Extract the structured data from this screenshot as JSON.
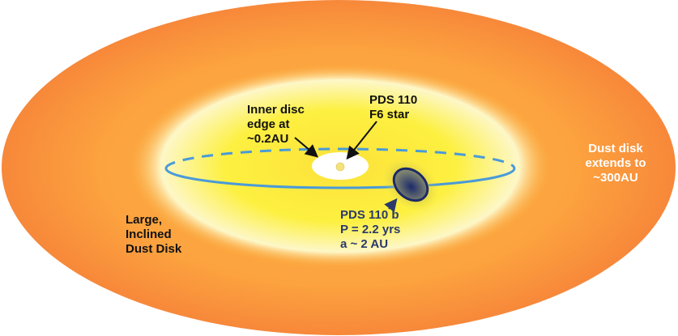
{
  "labels": {
    "inner_edge": [
      "Inner disc",
      "edge at",
      "~0.2AU"
    ],
    "star": [
      "PDS 110",
      "F6 star"
    ],
    "planet": [
      "PDS 110 b",
      "P = 2.2 yrs",
      "a ~ 2 AU"
    ],
    "extent": [
      "Dust disk",
      "extends to",
      "~300AU"
    ],
    "disk": [
      "Large,",
      "Inclined",
      "Dust Disk"
    ]
  },
  "colors": {
    "outer_disk": "#f7883a",
    "inner_disk": "#fde23a",
    "orbit": "#4a9ad8",
    "planet": "#2b3a6b",
    "text_dark": "#111111",
    "text_light": "#ffffff"
  }
}
